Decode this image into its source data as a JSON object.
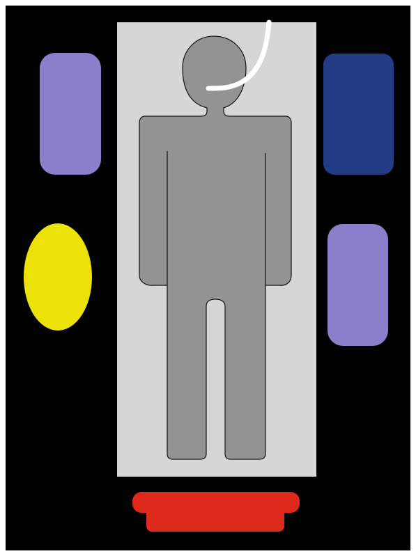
{
  "colors": {
    "background": "#000000",
    "frame": "#ffffff",
    "table": "#d5d7d6",
    "patient_fill": "#929493",
    "patient_outline": "#111111",
    "light_purple": "#8b7fcc",
    "dark_blue": "#243c86",
    "yellow": "#ede207",
    "red": "#dd2a1a",
    "tube": "#ffffff"
  },
  "objects": {
    "left_upper_block": "light-purple-block",
    "right_upper_block": "dark-blue-block",
    "left_oval": "yellow-oval",
    "right_lower_block": "light-purple-block",
    "foot_object": "red-platform",
    "tube": "white-tube-line"
  }
}
